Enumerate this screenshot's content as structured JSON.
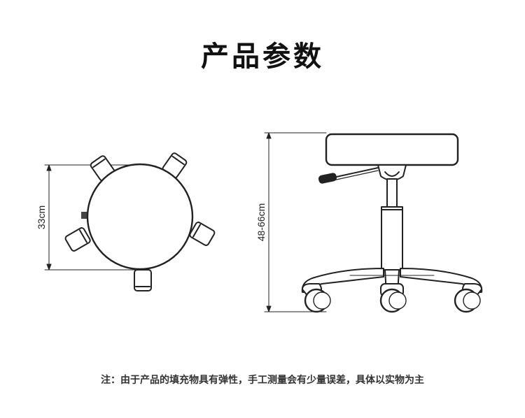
{
  "title": "产品参数",
  "top_view": {
    "diameter_label": "33cm"
  },
  "side_view": {
    "height_label": "48-66cm"
  },
  "footnote": "注：由于产品的填充物具有弹性，手工测量会有少量误差，具体以实物为主",
  "colors": {
    "line": "#222222",
    "title": "#111111",
    "footnote": "#333333"
  }
}
